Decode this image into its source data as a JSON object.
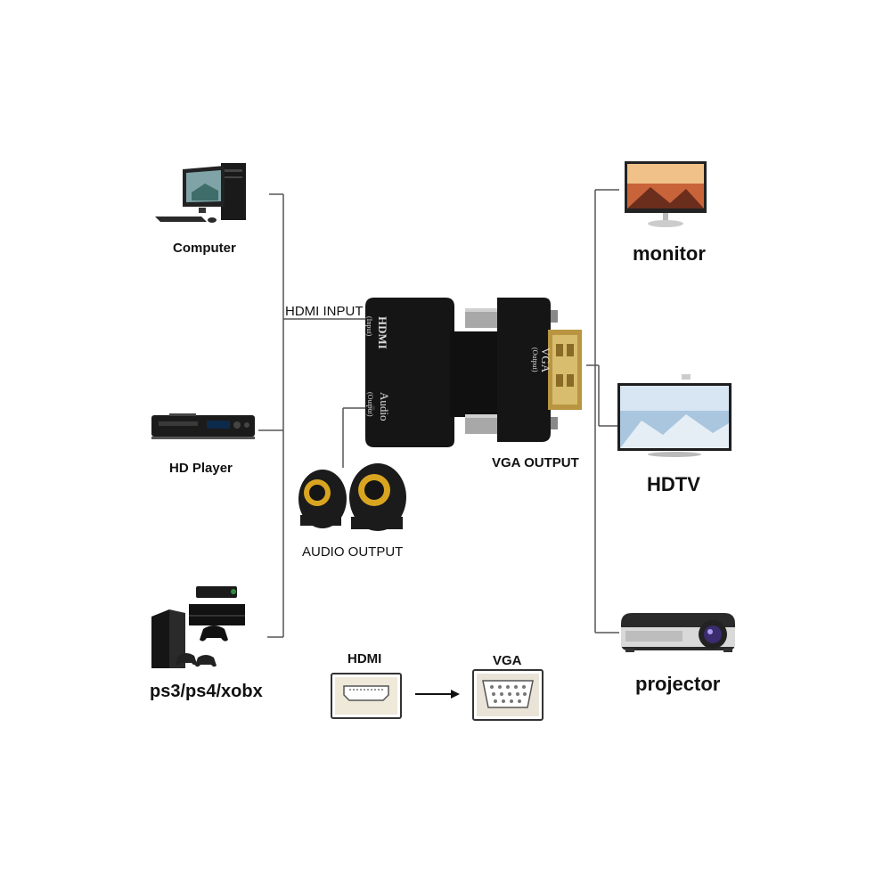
{
  "sources": {
    "computer": {
      "label": "Computer",
      "icon": "computer-icon"
    },
    "hd_player": {
      "label": "HD Player",
      "icon": "dvd-player-icon"
    },
    "consoles": {
      "label": "ps3/ps4/xobx",
      "icon": "game-console-icon"
    }
  },
  "adapter": {
    "hdmi_input_label": "HDMI INPUT",
    "vga_output_label": "VGA OUTPUT",
    "audio_output_label": "AUDIO OUTPUT",
    "body_hdmi_text": "HDMI",
    "body_hdmi_sub": "(Input)",
    "body_audio_text": "Audio",
    "body_audio_sub": "(Output)",
    "body_vga_text": "VGA",
    "body_vga_sub": "(Output)"
  },
  "outputs": {
    "monitor": {
      "label": "monitor",
      "icon": "monitor-icon"
    },
    "hdtv": {
      "label": "HDTV",
      "icon": "tv-icon"
    },
    "projector": {
      "label": "projector",
      "icon": "projector-icon"
    }
  },
  "conversion": {
    "from_label": "HDMI",
    "to_label": "VGA",
    "from_icon": "hdmi-port-icon",
    "to_icon": "vga-port-icon",
    "arrow_icon": "arrow-right-icon"
  },
  "colors": {
    "adapter_body": "#111111",
    "gold": "#c9a84a",
    "line": "#555555",
    "speaker_ring": "#d9a521"
  }
}
